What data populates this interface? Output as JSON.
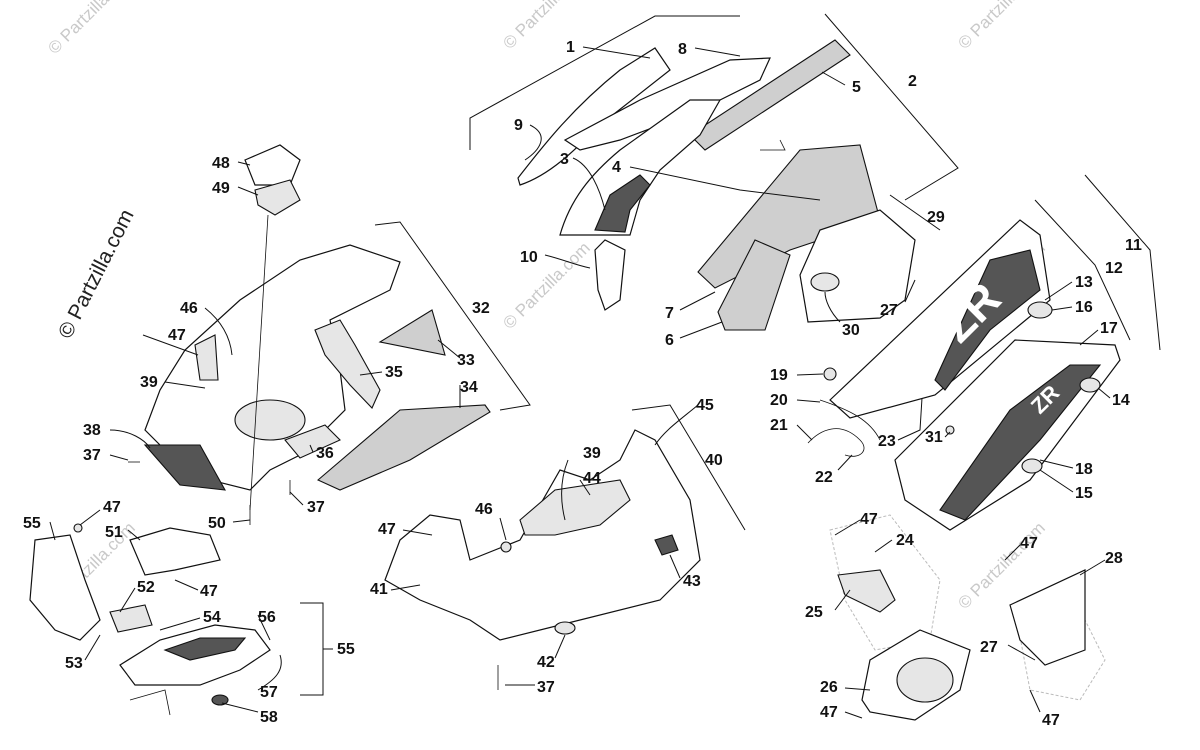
{
  "watermarks": {
    "main": "© Partzilla.com",
    "corner": "© Partzilla.com"
  },
  "callouts": {
    "c1": "1",
    "c2": "2",
    "c3": "3",
    "c4": "4",
    "c5": "5",
    "c6": "6",
    "c7": "7",
    "c8": "8",
    "c9": "9",
    "c10": "10",
    "c11": "11",
    "c12": "12",
    "c13": "13",
    "c14": "14",
    "c15": "15",
    "c16": "16",
    "c17": "17",
    "c18": "18",
    "c19": "19",
    "c20": "20",
    "c21": "21",
    "c22": "22",
    "c23": "23",
    "c24": "24",
    "c25": "25",
    "c26": "26",
    "c27": "27",
    "c28": "28",
    "c29": "29",
    "c30": "30",
    "c31": "31",
    "c32": "32",
    "c33": "33",
    "c34": "34",
    "c35": "35",
    "c36": "36",
    "c37": "37",
    "c38": "38",
    "c39": "39",
    "c40": "40",
    "c41": "41",
    "c42": "42",
    "c43": "43",
    "c44": "44",
    "c45": "45",
    "c46": "46",
    "c47": "47",
    "c48": "48",
    "c49": "49",
    "c50": "50",
    "c51": "51",
    "c52": "52",
    "c53": "53",
    "c54": "54",
    "c55": "55",
    "c56": "56",
    "c57": "57",
    "c58": "58"
  },
  "panel_graphic": {
    "decal_text_large": "ZR",
    "decal_text_small": "ZR"
  }
}
